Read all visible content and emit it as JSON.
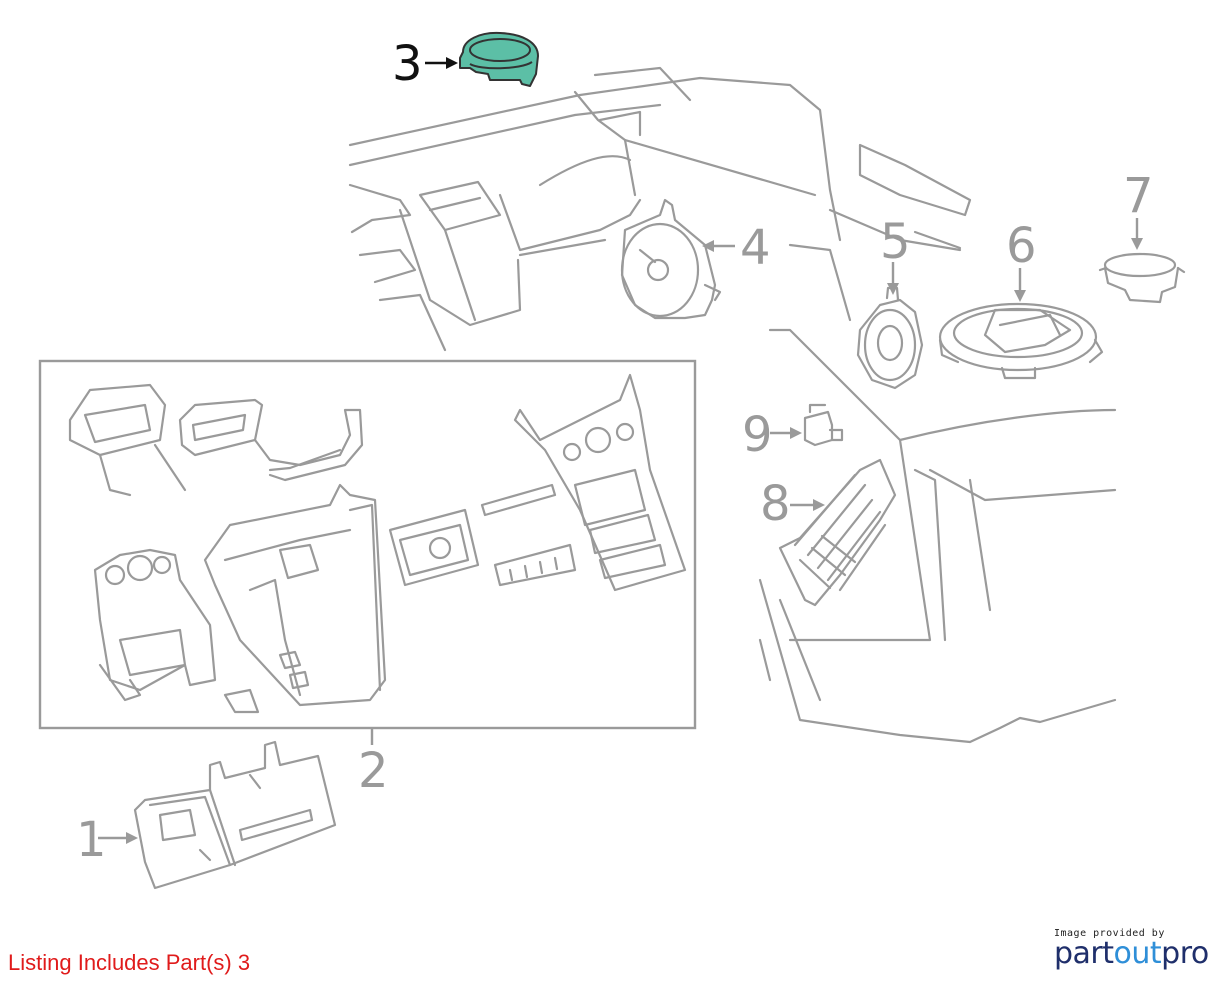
{
  "callouts": {
    "c1": "1",
    "c2": "2",
    "c3": "3",
    "c4": "4",
    "c5": "5",
    "c6": "6",
    "c7": "7",
    "c8": "8",
    "c9": "9"
  },
  "highlight_color": "#5cbfa6",
  "listing_text": "Listing Includes Part(s) 3",
  "listing_color": "#e01b1b",
  "credit": {
    "small": "Image provided by",
    "brand_part1": "part",
    "brand_part2": "out",
    "brand_part3": "pro"
  }
}
